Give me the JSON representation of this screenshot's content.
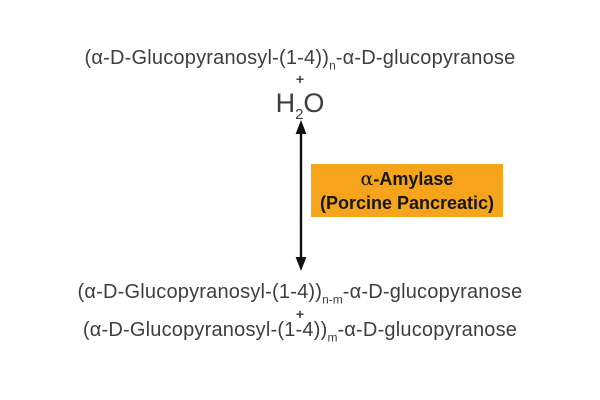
{
  "colors": {
    "background": "#ffffff",
    "formula_text": "#3e3e3e",
    "arrow": "#111111",
    "enzyme_box_bg": "#f5a41c",
    "enzyme_text": "#161616"
  },
  "reaction": {
    "substrate": {
      "prefix": "(α-D-Glucopyranosyl-(1-4))",
      "subscript": "n",
      "suffix": "-α-D-glucopyranose"
    },
    "plus_top": "+",
    "water": {
      "base": "H",
      "subscript": "2",
      "suffix": "O"
    },
    "enzyme": {
      "alpha": "α",
      "name_rest": "-Amylase",
      "line2": "(Porcine Pancreatic)"
    },
    "product1": {
      "prefix": "(α-D-Glucopyranosyl-(1-4))",
      "subscript": "n-m",
      "suffix": "-α-D-glucopyranose"
    },
    "plus_bottom": "+",
    "product2": {
      "prefix": "(α-D-Glucopyranosyl-(1-4))",
      "subscript": "m",
      "suffix": "-α-D-glucopyranose"
    }
  }
}
